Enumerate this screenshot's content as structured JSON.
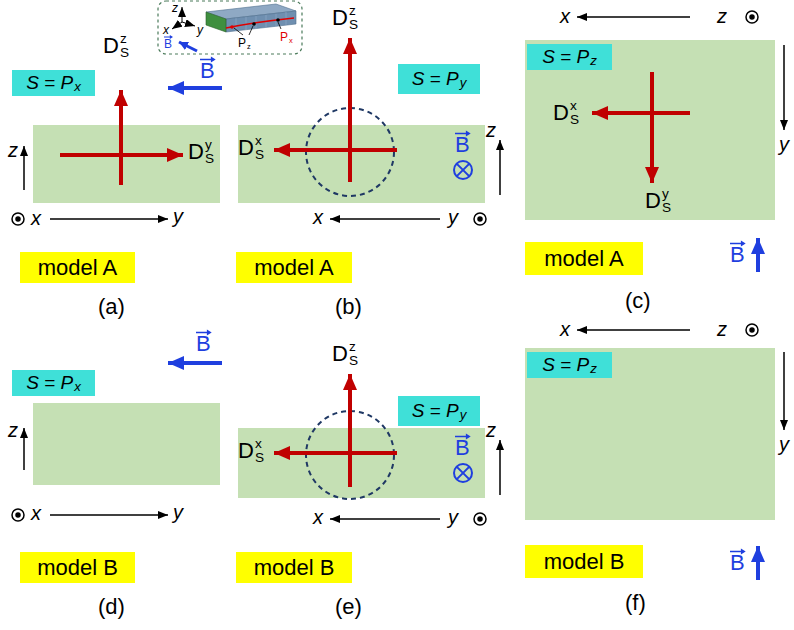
{
  "diagram": {
    "nodes": [
      {
        "text": [
          "S = P",
          "x"
        ]
      },
      {
        "text": [
          "model A"
        ]
      },
      {
        "text": [
          "S = P",
          "y"
        ]
      },
      {
        "text": [
          "model A"
        ]
      },
      {
        "text": [
          "S = P",
          "z"
        ]
      },
      {
        "text": [
          "model A"
        ]
      },
      {
        "text": [
          "S = P",
          "x"
        ]
      },
      {
        "text": [
          "model B"
        ]
      },
      {
        "text": [
          "S = P",
          "y"
        ]
      },
      {
        "text": [
          "model B"
        ]
      },
      {
        "text": [
          "S = P",
          "z"
        ]
      },
      {
        "text": [
          "model B"
        ]
      }
    ],
    "labels": [
      "z",
      "x",
      "y",
      "B",
      "P",
      "x",
      "P",
      "z",
      "D",
      "S",
      "z",
      "D",
      "S",
      "y",
      "B",
      "z",
      "x",
      "y",
      "(a)",
      "D",
      "S",
      "z",
      "D",
      "S",
      "x",
      "B",
      "z",
      "x",
      "y",
      "(b)",
      "x",
      "z",
      "y",
      "D",
      "S",
      "x",
      "D",
      "S",
      "y",
      "B",
      "(c)",
      "B",
      "z",
      "x",
      "y",
      "(d)",
      "D",
      "S",
      "z",
      "D",
      "S",
      "x",
      "B",
      "z",
      "x",
      "y",
      "(e)",
      "x",
      "z",
      "y",
      "B",
      "(f)"
    ]
  }
}
